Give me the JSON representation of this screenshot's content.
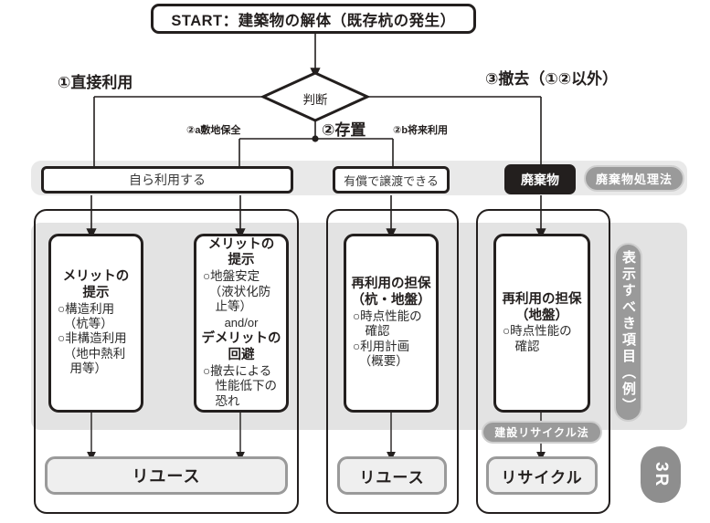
{
  "title": "START：建築物の解体（既存杭の発生）",
  "decision": {
    "label": "判断"
  },
  "branches": {
    "left": "①直接利用",
    "center": "②存置",
    "right": "③撤去（①②以外）",
    "center_a": "②a敷地保全",
    "center_b": "②b将来利用"
  },
  "options": {
    "self_use": "自ら利用する",
    "transfer": "有償で譲渡できる",
    "waste": "廃棄物"
  },
  "badges": {
    "waste_law": "廃棄物処理法",
    "construction_recycle_law": "建設リサイクル法",
    "display_items": "表示すべき項目（例）",
    "three_r": "3R"
  },
  "cards": [
    {
      "heading": "メリットの\n提示",
      "lines": [
        "○構造利用",
        "（杭等）",
        "○非構造利用",
        "（地中熱利",
        "　用等）"
      ]
    },
    {
      "heading": "メリットの\n提示",
      "lines": [
        "○地盤安定",
        "（液状化防",
        "　止等）"
      ],
      "connector": "and/or",
      "heading2": "デメリットの\n回避",
      "lines2": [
        "○撤去による",
        "　性能低下の",
        "　恐れ"
      ]
    },
    {
      "heading": "再利用の担保\n（杭・地盤）",
      "lines": [
        "○時点性能の",
        "　確認",
        "○利用計画",
        "（概要）"
      ]
    },
    {
      "heading": "再利用の担保\n（地盤）",
      "lines": [
        "○時点性能の",
        "　確認"
      ]
    }
  ],
  "results": {
    "reuse_left": "リユース",
    "reuse_mid": "リユース",
    "recycle": "リサイクル"
  },
  "colors": {
    "ink": "#231f1e",
    "band": "#e9e9e9",
    "band_inner": "#e3e3e3",
    "pill_gray": "#9a9a9a",
    "result_border": "#9a9a9a",
    "result_fill": "#efefef"
  }
}
